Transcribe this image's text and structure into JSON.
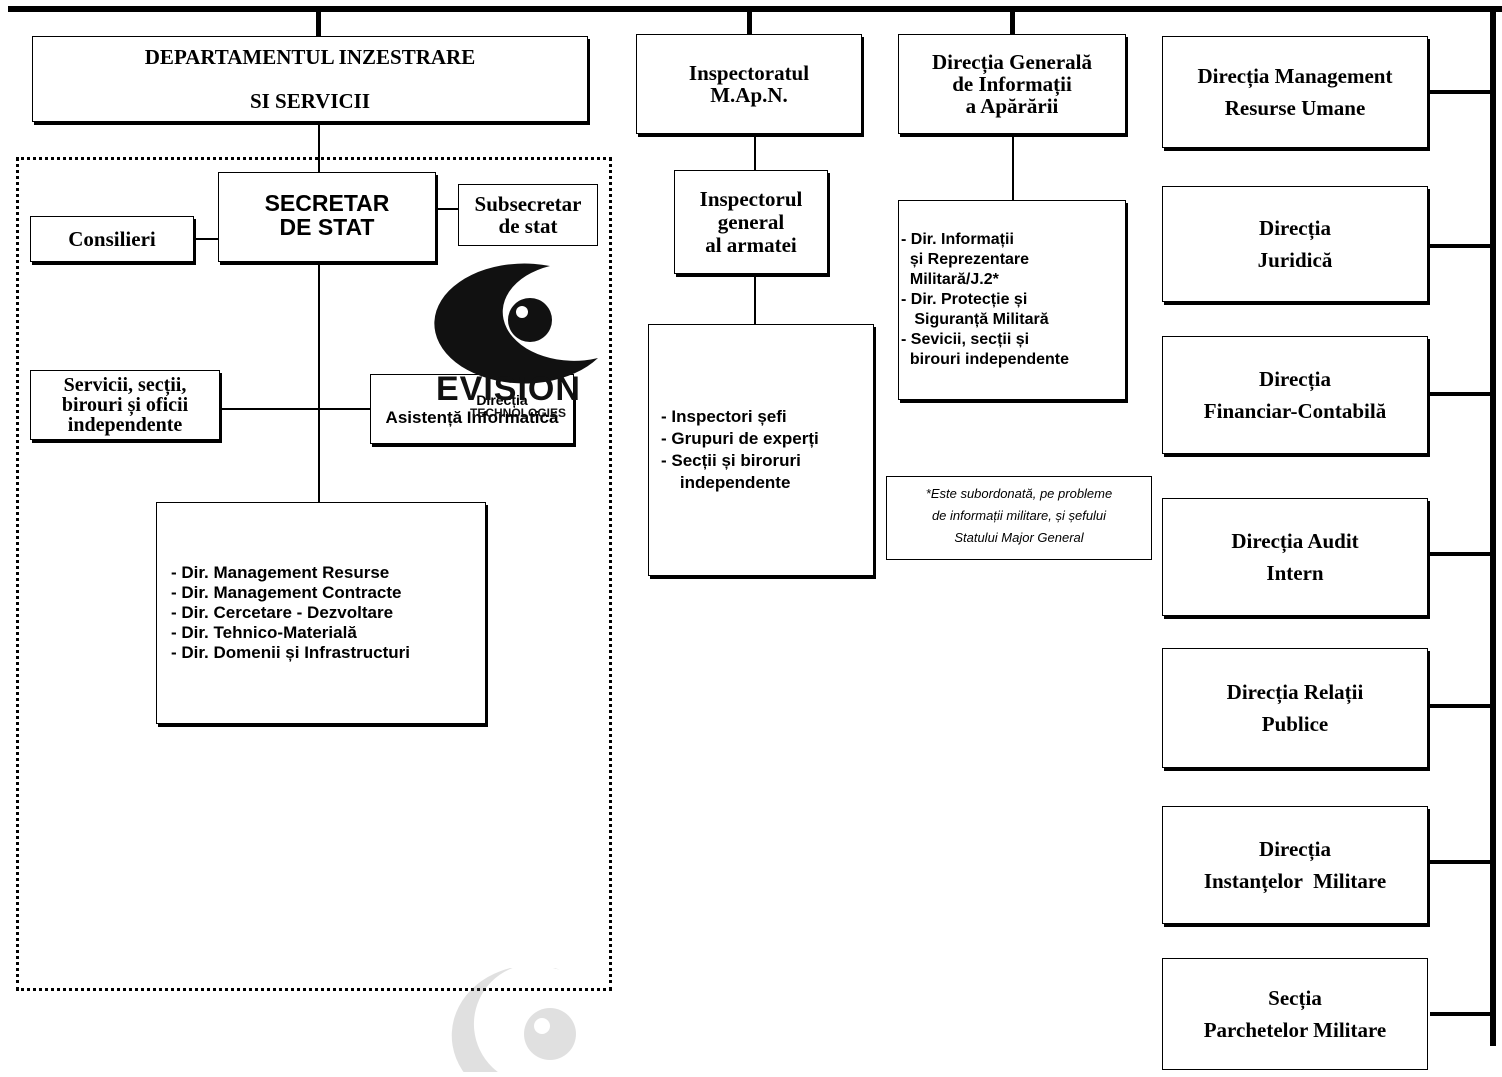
{
  "departament": {
    "line1": "DEPARTAMENTUL INZESTRARE",
    "line2": "SI SERVICII"
  },
  "secretar_stat": [
    "SECRETAR",
    "DE STAT"
  ],
  "subsecretar": [
    "Subsecretar",
    "de stat"
  ],
  "consilieri": "Consilieri",
  "servicii": [
    "Servicii, secții,",
    "birouri și oficii",
    "independente"
  ],
  "directia_asistenta": {
    "overlay": "Direcția",
    "label": "Asistență Informatică"
  },
  "watermark": {
    "brand": "EVISION",
    "sub": "TECHNOLOGIES"
  },
  "directii_subordonate": [
    "- Dir. Management Resurse",
    "- Dir. Management Contracte",
    "- Dir. Cercetare - Dezvoltare",
    "- Dir. Tehnico-Materială",
    "- Dir. Domenii și Infrastructuri"
  ],
  "inspectoratul": [
    "Inspectoratul",
    "M.Ap.N."
  ],
  "inspectorul_general": [
    "Inspectorul",
    "general",
    "al armatei"
  ],
  "inspectori_list": [
    "-  Inspectori șefi",
    "-  Grupuri de experți",
    "-  Secții și biroruri",
    "    independente"
  ],
  "dgia": [
    "Direcția Generală",
    "de Informații",
    "a Apărării"
  ],
  "dgia_list": [
    "- Dir. Informații",
    "  și Reprezentare",
    "  Militară/J.2*",
    "- Dir. Protecție și",
    "   Siguranță Militară",
    "- Sevicii, secții și",
    "  birouri independente"
  ],
  "note": [
    "*Este subordonată, pe probleme",
    "de informații militare, și șefului",
    "Statului Major General"
  ],
  "right_directions": [
    [
      "Direcția Management",
      "Resurse Umane"
    ],
    [
      "Direcția",
      "Juridică"
    ],
    [
      "Direcția",
      "Financiar-Contabilă"
    ],
    [
      "Direcția Audit",
      "Intern"
    ],
    [
      "Direcția Relații",
      "Publice"
    ],
    [
      "Direcția",
      "Instanțelor  Militare"
    ],
    [
      "Secția",
      "Parchetelor Militare"
    ]
  ]
}
